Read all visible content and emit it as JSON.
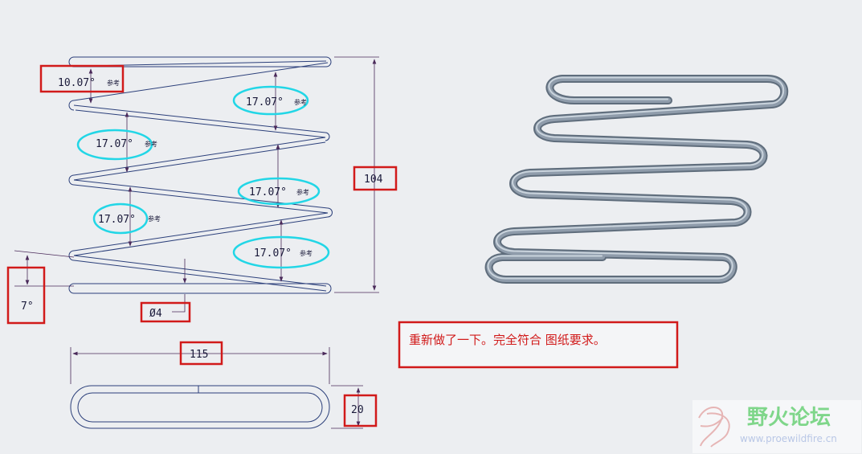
{
  "dimensions": {
    "angle_top": "10.07°",
    "angle_17": "17.07°",
    "angle_7": "7°",
    "wire_dia": "Ø4",
    "height": "104",
    "length": "115",
    "width": "20"
  },
  "reference_label": "参考",
  "note": "重新做了一下。完全符合 图纸要求。",
  "watermark": {
    "name": "野火论坛",
    "url": "www.proewildfire.cn"
  },
  "colors": {
    "spring_line": "#2b3f7a",
    "dim_line": "#4a2a5a",
    "red_box": "#d11a1a",
    "cyan_ellipse": "#22d6e6",
    "tube": "#6f7d8c",
    "tube_highlight": "#c9d3dc"
  },
  "icons": [
    "spring-3d-render",
    "watermark-logo"
  ]
}
